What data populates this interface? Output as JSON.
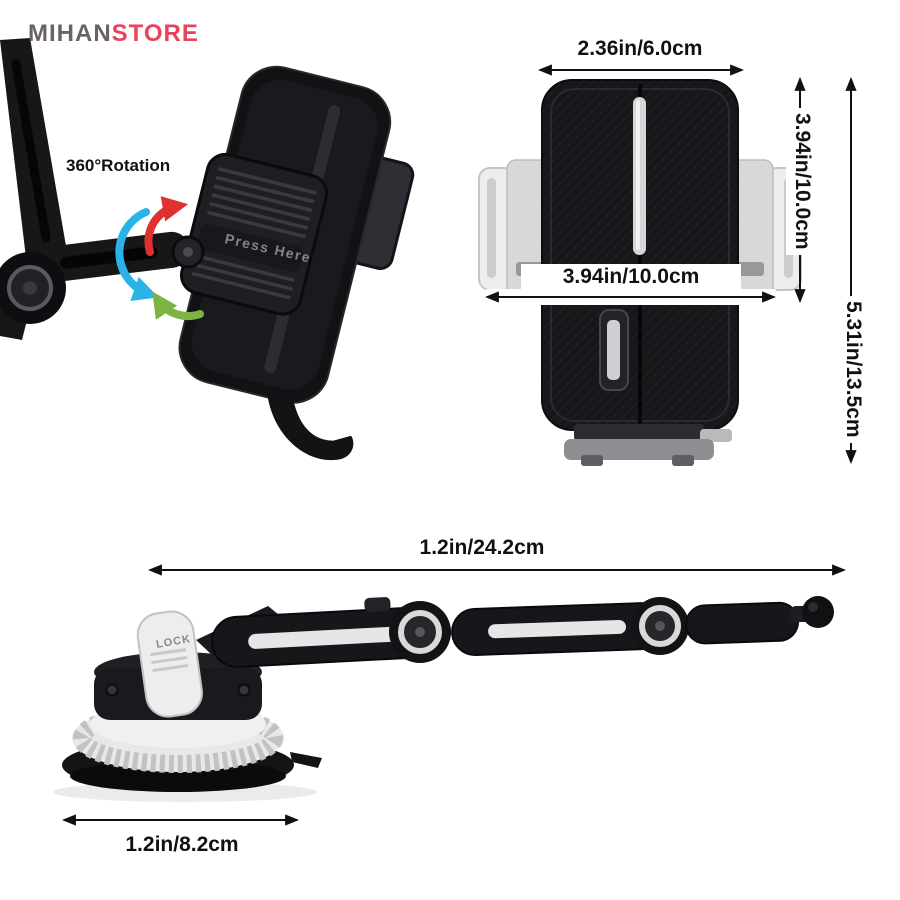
{
  "brand": {
    "name_primary": "MIHAN",
    "name_accent": "STORE"
  },
  "side_view": {
    "rotation_label": "360°Rotation",
    "press_button_label": "Press Here"
  },
  "front_view": {
    "dim_top_width": "2.36in/6.0cm",
    "dim_body_height": "3.94in/10.0cm",
    "dim_total_height": "5.31in/13.5cm",
    "dim_grip_width": "3.94in/10.0cm"
  },
  "arm_view": {
    "lock_label": "LOCK",
    "dim_arm_length": "1.2in/24.2cm",
    "dim_base_diameter": "1.2in/8.2cm"
  },
  "colors": {
    "background": "#ffffff",
    "dimension_text": "#111111",
    "logo_gray": "#6a6360",
    "logo_red": "#e8435a",
    "arrow_red": "#e03131",
    "arrow_green": "#7cb342",
    "arrow_cyan": "#2bb3e8",
    "product_black": "#17171a",
    "product_light": "#e8e8e8"
  }
}
